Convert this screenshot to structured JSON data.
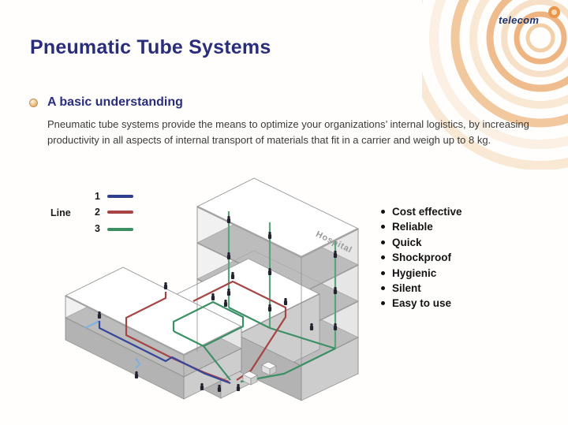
{
  "slide": {
    "title": "Pneumatic Tube Systems",
    "brand": "telecom"
  },
  "section": {
    "heading": "A basic understanding",
    "body": "Pneumatic tube systems provide the means to optimize your organizations’ internal logistics, by increasing productivity in all aspects of internal transport of materials that fit in a carrier and weigh up to 8 kg."
  },
  "diagram": {
    "building_label": "Hospital",
    "legend": {
      "label": "Line",
      "entries": [
        {
          "number": "1",
          "color": "#2e3f8f"
        },
        {
          "number": "2",
          "color": "#a84444"
        },
        {
          "number": "3",
          "color": "#3c8f63"
        }
      ]
    },
    "line_colors": {
      "line1_blue": "#35479b",
      "line2_red": "#a64545",
      "line3_green": "#3d9065"
    },
    "brand_orange": "#eeb072",
    "title_navy": "#2a2d7c"
  },
  "benefits": [
    "Cost effective",
    "Reliable",
    "Quick",
    "Shockproof",
    "Hygienic",
    "Silent",
    "Easy to use"
  ]
}
